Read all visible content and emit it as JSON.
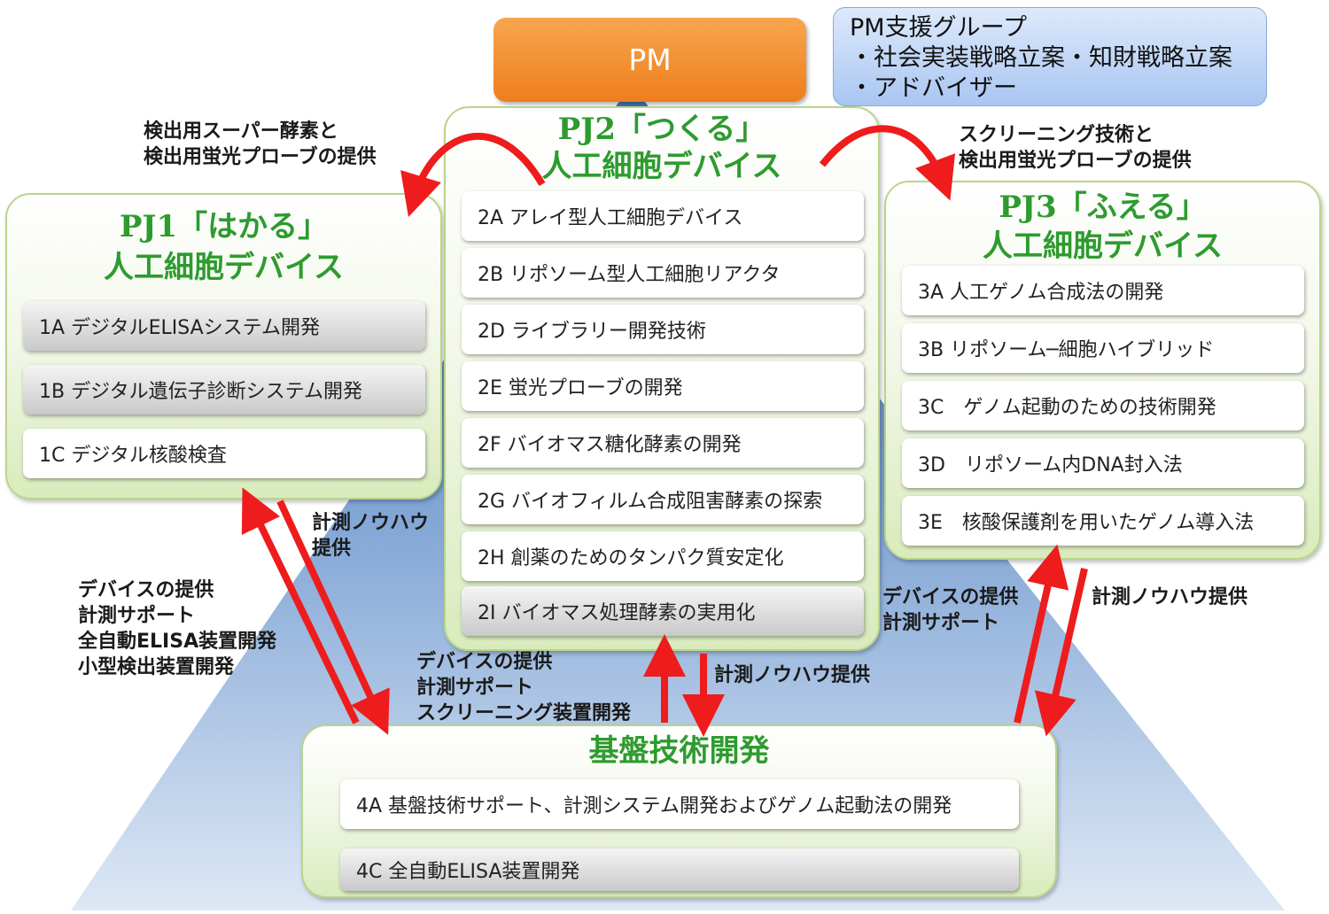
{
  "pm": {
    "label": "PM"
  },
  "pm_support": {
    "lines": [
      "PM支援グループ",
      "・社会実装戦略立案・知財戦略立案",
      "・アドバイザー"
    ]
  },
  "pj1": {
    "title_line1": "PJ1「はかる」",
    "title_line2": "人工細胞デバイス",
    "items": [
      "1A デジタルELISAシステム開発",
      "1B デジタル遺伝子診断システム開発",
      "1C デジタル核酸検査"
    ]
  },
  "pj2": {
    "title_line1": "PJ2「つくる」",
    "title_line2": "人工細胞デバイス",
    "items": [
      "2A アレイ型人工細胞デバイス",
      "2B リポソーム型人工細胞リアクタ",
      "2D ライブラリー開発技術",
      "2E 蛍光プローブの開発",
      "2F バイオマス糖化酵素の開発",
      "2G バイオフィルム合成阻害酵素の探索",
      "2H 創薬のためのタンパク質安定化",
      "2I バイオマス処理酵素の実用化"
    ]
  },
  "pj3": {
    "title_line1": "PJ3「ふえる」",
    "title_line2": "人工細胞デバイス",
    "items": [
      "3A 人工ゲノム合成法の開発",
      "3B リポソーム─細胞ハイブリッド",
      "3C　ゲノム起動のための技術開発",
      "3D　リポソーム内DNA封入法",
      "3E　核酸保護剤を用いたゲノム導入法"
    ]
  },
  "base": {
    "title": "基盤技術開発",
    "items": [
      "4A 基盤技術サポート、計測システム開発およびゲノム起動法の開発",
      "4C 全自動ELISA装置開発"
    ]
  },
  "labels": {
    "pj2_to_pj1": [
      "検出用スーパー酵素と",
      "検出用蛍光プローブの提供"
    ],
    "pj2_to_pj3": [
      "スクリーニング技術と",
      "検出用蛍光プローブの提供"
    ],
    "pj1_knowhow": [
      "計測ノウハウ",
      "提供"
    ],
    "base_to_pj1": [
      "デバイスの提供",
      "計測サポート",
      "全自動ELISA装置開発",
      "小型検出装置開発"
    ],
    "base_to_pj2": [
      "デバイスの提供",
      "計測サポート",
      "スクリーニング装置開発"
    ],
    "pj2_knowhow": [
      "計測ノウハウ提供"
    ],
    "base_to_pj3": [
      "デバイスの提供",
      "計測サポート"
    ],
    "pj3_knowhow": [
      "計測ノウハウ提供"
    ]
  },
  "colors": {
    "arrow": "#ee1c1c",
    "title_green": "#2e9b2f",
    "pm_orange": "#f08a2a"
  }
}
